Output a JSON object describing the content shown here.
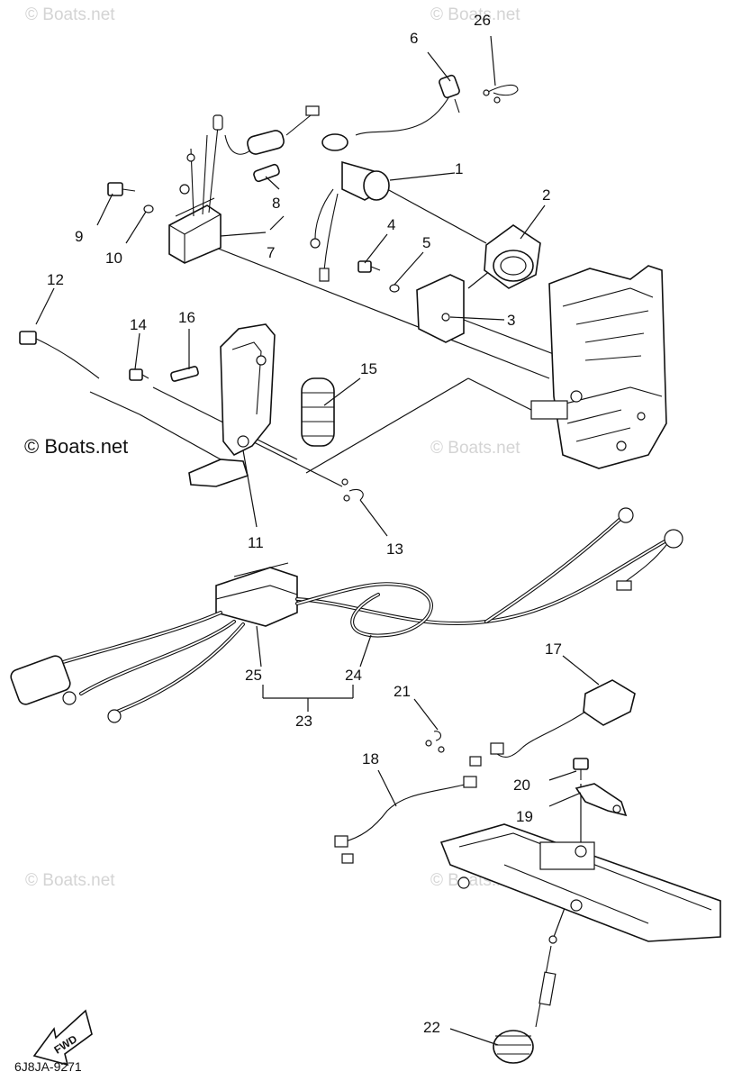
{
  "watermarks": [
    "© Boats.net",
    "© Boats.net",
    "© Boats.net",
    "© Boats.net",
    "© Boats.net",
    "© Boats.net"
  ],
  "callouts": {
    "n1": "1",
    "n2": "2",
    "n3": "3",
    "n4": "4",
    "n5": "5",
    "n6": "6",
    "n7": "7",
    "n8": "8",
    "n9": "9",
    "n10": "10",
    "n11": "11",
    "n12": "12",
    "n13": "13",
    "n14": "14",
    "n15": "15",
    "n16": "16",
    "n17": "17",
    "n18": "18",
    "n19": "19",
    "n20": "20",
    "n21": "21",
    "n22": "22",
    "n23": "23",
    "n24": "24",
    "n25": "25",
    "n26": "26"
  },
  "fwd_label": "FWD",
  "diagram_code": "6J8JA-9271"
}
